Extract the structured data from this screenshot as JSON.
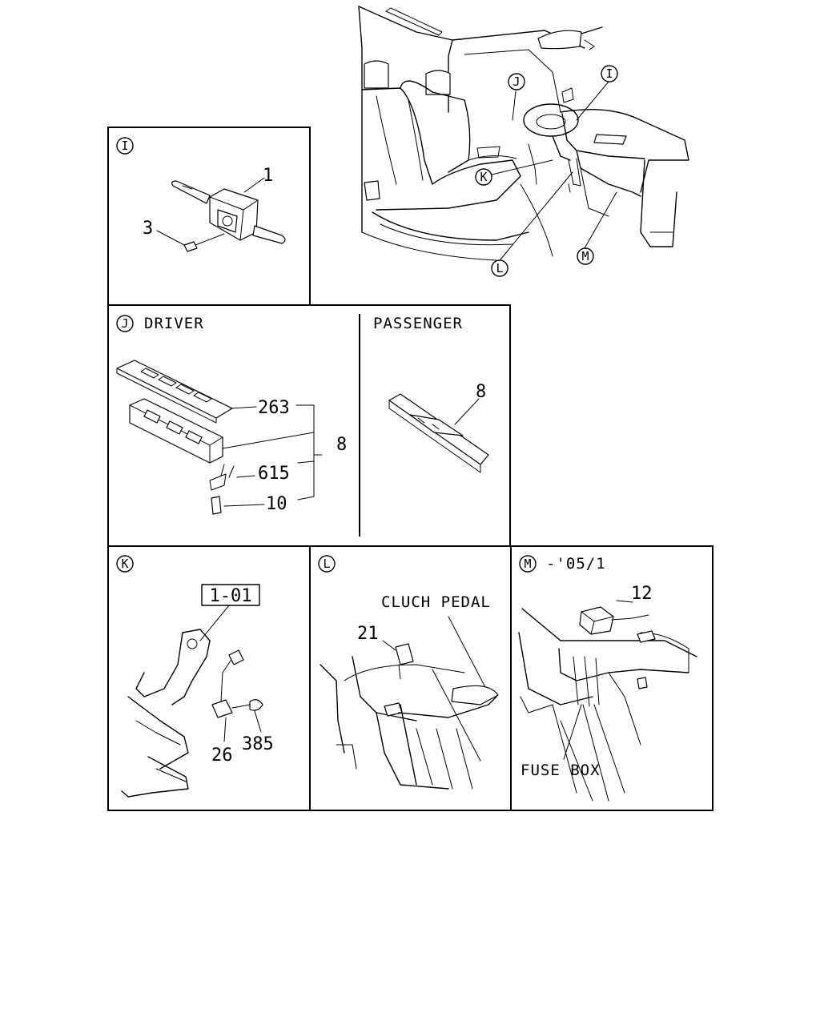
{
  "overview": {
    "callouts": [
      "J",
      "I",
      "K",
      "L",
      "M"
    ]
  },
  "panels": {
    "I": {
      "letter": "I",
      "parts": [
        "1",
        "3"
      ]
    },
    "J": {
      "letter": "J",
      "title": "DRIVER",
      "subtitle": "PASSENGER",
      "parts": [
        "263",
        "8",
        "615",
        "10"
      ],
      "passenger_part": "8"
    },
    "K": {
      "letter": "K",
      "ref_box": "1-01",
      "parts": [
        "26",
        "385"
      ]
    },
    "L": {
      "letter": "L",
      "title": "CLUCH PEDAL",
      "parts": [
        "21"
      ]
    },
    "M": {
      "letter": "M",
      "title": "-'05/1",
      "parts": [
        "12"
      ],
      "note": "FUSE BOX"
    }
  }
}
